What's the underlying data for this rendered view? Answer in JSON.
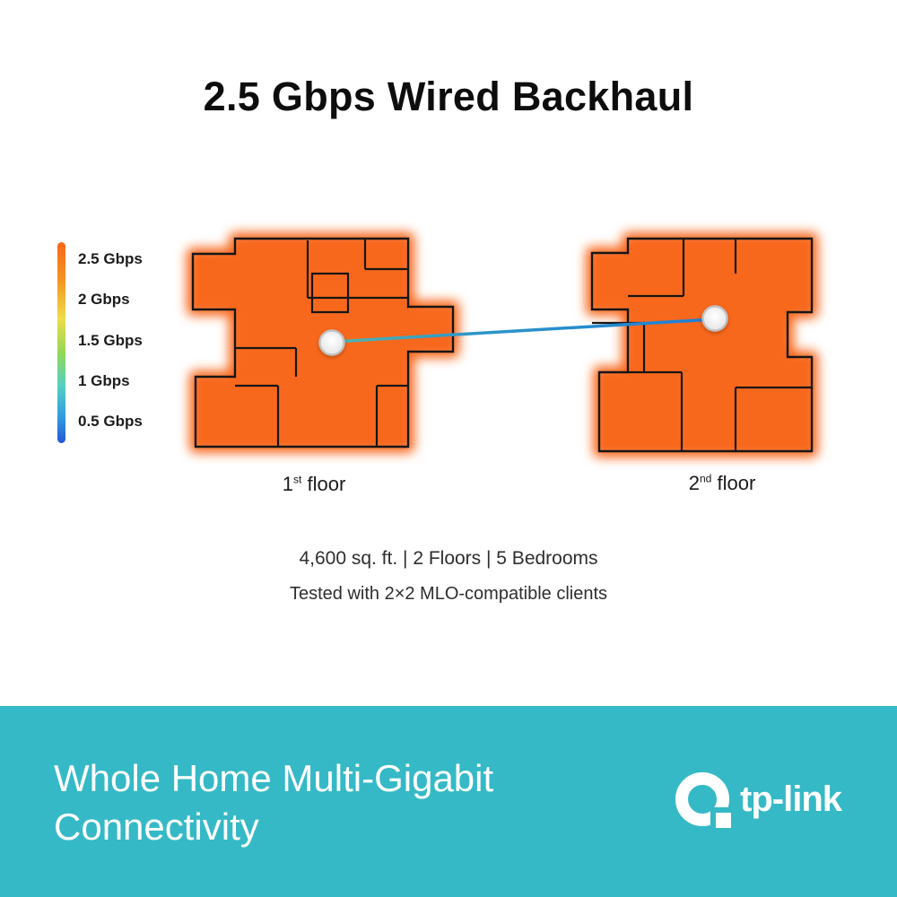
{
  "title": "2.5 Gbps Wired Backhaul",
  "legend": {
    "items": [
      "2.5 Gbps",
      "2 Gbps",
      "1.5 Gbps",
      "1 Gbps",
      "0.5 Gbps"
    ],
    "gradient_top_color": "#F7671C",
    "gradient_bottom_color": "#2456D4"
  },
  "diagram": {
    "floors": [
      {
        "num": "1",
        "sup": "st",
        "word": "floor"
      },
      {
        "num": "2",
        "sup": "nd",
        "word": "floor"
      }
    ],
    "heat_color": "#F8671B",
    "link_color_start": "#52B6AE",
    "link_color_end": "#1E7ED6",
    "node_color": "#ECECEC"
  },
  "specs": {
    "line1": "4,600 sq. ft. | 2 Floors | 5 Bedrooms",
    "line2": "Tested with 2×2 MLO-compatible clients"
  },
  "banner": {
    "headline": "Whole Home Multi-Gigabit Connectivity",
    "brand": "tp-link",
    "background": "#36B9C6"
  }
}
